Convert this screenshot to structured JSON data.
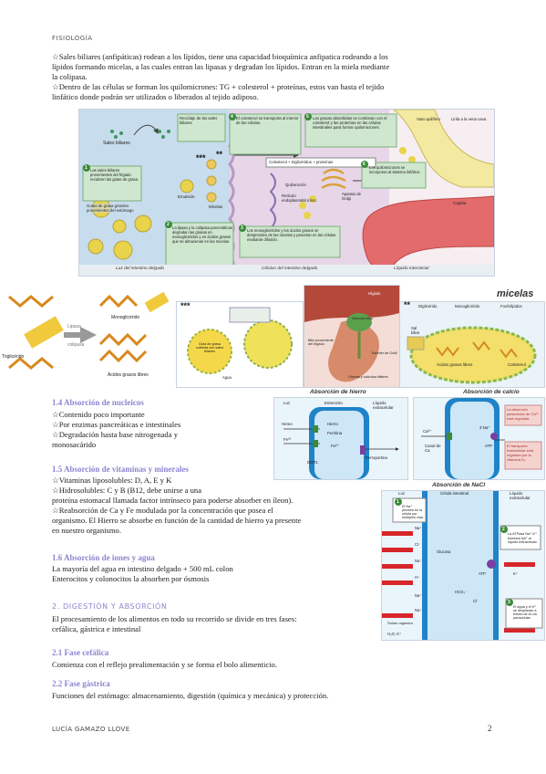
{
  "header": {
    "title": "FISIOLOGÍA"
  },
  "intro": [
    "☆Sales biliares (anfipáticas) rodean a los lípidos, tiene una capacidad bioquímica anfipatica rodeando a los",
    "lípidos formando micelas, a las cuales entran las lipasas y degradan los lípidos. Entran en la miela mediante",
    "la colipasa.",
    "☆Dentro de las células se forman los quilomicrones: TG + colesterol + proteínas, estos van hasta el tejido",
    "linfático donde podrán ser utilizados o liberados al tejido adiposo."
  ],
  "fig_main": {
    "labels": {
      "sales_biliares": "Sales biliares",
      "reciclaje": "Reciclaje de las sales biliares",
      "colesterol_note": "El colesterol se transporta al interior de las células.",
      "grasas_note": "Las grasas absorbidas se combinan con el colesterol y las proteínas en las células intestinales para formar quilomicrones.",
      "vaso": "Vaso quilífero",
      "linfa": "Linfa a la vena cava",
      "micelas": "Micelas",
      "emulsion": "Emulsión",
      "sales_note": "Las sales biliares provenientes del hígado recubren las gotas de grasa.",
      "gotas": "Gotas de grasa grandes provenientes del estómago",
      "lipasa_note": "La lipasa y la colipasa pancreáticas degradan las grasas en monoglicéridos y en ácidos grasos que se almacenan en las micelas.",
      "mono_note": "Los monoglicéridos y los ácidos grasos se desprenden de las micelas y penetran en las células mediante difusión.",
      "chain": "Colesterol + triglicéridos + proteínas",
      "quilomicron": "Quilomicrón",
      "reticulo": "Retículo endoplasmático liso",
      "golgi": "Aparato de Golgi",
      "quilo_note": "Los quilomicrones se incorporan al sistema linfático.",
      "capilar": "Capilar",
      "luz": "Luz del intestino delgado",
      "celulas": "Células del intestino delgado",
      "liquido": "Líquido intersticial",
      "stars3": "***",
      "stars2": "**",
      "n1": "1",
      "n2": "2",
      "n3": "3",
      "n4": "4",
      "n5": "5",
      "n6": "6"
    }
  },
  "row2": {
    "star1": "*",
    "trigliceridos": "Triglicérido",
    "lipasa": "Lipasa",
    "colipasa": "colipasa",
    "monogliceridos": "Monoglicérido",
    "acidos": "Ácidos grasos libres",
    "stars3": "***",
    "gota": "Gota de grasa cubierta con sales biliares",
    "agua": "Agua",
    "stars2": "**",
    "micelas_title": "micelas",
    "diglicerido": "Diglicérido",
    "monoglic": "Monoglicérido",
    "fosfolipidos": "Fosfolípidos",
    "sal_biliar": "Sal biliar",
    "acidos_libres": "Ácidos grasos libres",
    "colesterol": "Colesterol",
    "higado": "Hígado",
    "vesicula": "Vesícula biliar",
    "conducto": "Conducto cístico",
    "bilis": "Bilis proveniente del hígado",
    "esfinter": "Esfínter de Oddi",
    "ulceras": "Úlceras y cálculos biliares"
  },
  "sec14": {
    "title": "1.4 Absorción de nucleicos",
    "lines": [
      "☆Contenido poco importante",
      "☆Por enzimas pancreáticas e intestinales",
      "☆Degradación hasta base nitrogenada y",
      "monosacárido"
    ]
  },
  "sec15": {
    "title": "1.5 Absorción de vitaminas y minerales",
    "lines": [
      "☆Vitaminas liposolubles: D, A, E y K",
      "☆Hidrosolubles: C y B (B12, debe unirse a una",
      "proteína estomacal llamada factor intrínseco para poderse absorber en íleon).",
      "☆Reabsorción de Ca y Fe modulada por la concentración que posea el",
      "organismo. El Hierro se absorbe en función de la cantidad de hierro ya presente",
      "en nuestro organismo."
    ]
  },
  "sec16": {
    "title": "1.6 Absorción de iones y agua",
    "lines": [
      "La mayoría del agua en intestino delgado + 500 mL colon",
      "Enterocitos y colonocitos la absorben por ósmosis"
    ]
  },
  "sec2": {
    "title": "2. DIGESTIÓN Y ABSORCIÓN",
    "lines": [
      "El procesamiento de los alimentos en todo su recorrido se divide en tres fases:",
      "cefálica, gástrica e intestinal"
    ]
  },
  "sec21": {
    "title": "2.1 Fase cefálica",
    "line": "Comienza con el reflejo prealimentación y se forma el bolo alimenticio."
  },
  "sec22": {
    "title": "2.2 Fase gástrica",
    "line": "Funciones del estómago: almacenamiento, digestión (química y mecánica) y protección."
  },
  "fig_iron": {
    "title": "Absorción de hierro",
    "luz": "Luz",
    "enterocito": "Enterocito",
    "liquido": "Líquido extracelular",
    "hemo": "Hemo",
    "hierro": "Hierro",
    "ferritina": "Ferritina",
    "ferroportina": "Ferroportina",
    "dmt1": "DMT1",
    "fe2": "Fe²⁺",
    "fe3": "Fe³⁺"
  },
  "fig_ca": {
    "title": "Absorción de calcio",
    "ca": "Ca²⁺",
    "canal": "Canal de Ca",
    "note1": "La absorción paracelular de Ca²⁺ está regulada",
    "note2": "El transporte transcelular está regulado por la vitamina D₃",
    "atp": "ATP",
    "na": "3 Na⁺"
  },
  "fig_nacl": {
    "title": "Absorción de NaCl",
    "luz": "Luz",
    "celula": "Célula intestinal",
    "liquido": "Líquido extracelular",
    "n1": "1",
    "n2": "2",
    "n3": "3",
    "note1": "El Na⁺ penetra en la célula por múltiples vías.",
    "note2": "La ATPasa Na⁺-K⁺ bombea Na⁺ al líquido extracelular.",
    "note3": "El agua y el K⁺ se desplazan a través de la vía paracelular.",
    "ions": [
      "Na⁺",
      "Cl⁻",
      "Na⁺",
      "H⁺",
      "Na⁺",
      "Glucosa",
      "HCO₃⁻",
      "Cl⁻",
      "Na⁺",
      "Soluto orgánico",
      "H₂O, K⁺"
    ],
    "k": "K⁺",
    "atp": "ATP"
  },
  "footer": {
    "author": "LUCÍA GAMAZO LLOVE",
    "page": "2"
  }
}
